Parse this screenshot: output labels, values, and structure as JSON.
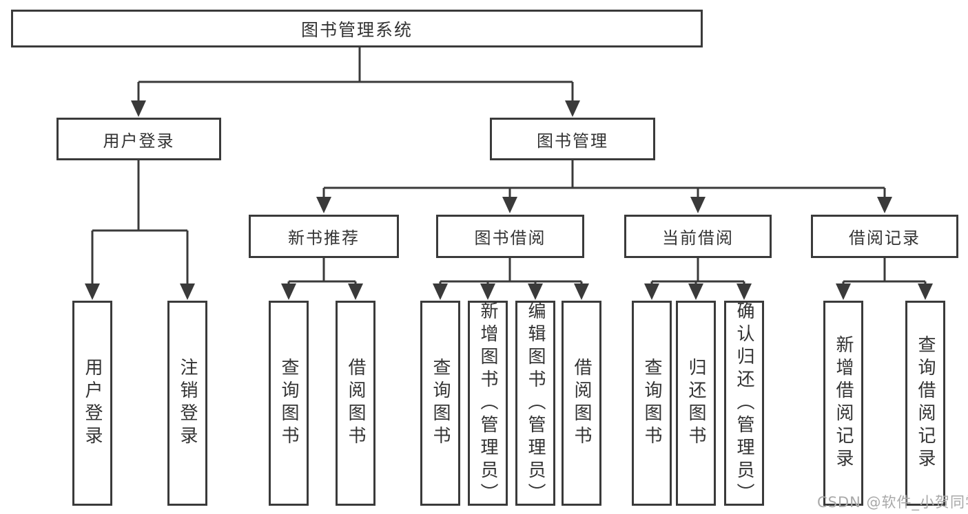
{
  "boxes": {
    "root": "图书管理系统",
    "user_login": "用户登录",
    "book_mgmt": "图书管理",
    "new_book_rec": "新书推荐",
    "book_borrow": "图书借阅",
    "current_borrow": "当前借阅",
    "borrow_record": "借阅记录",
    "ul_user_login": "用户登录",
    "ul_logout": "注销登录",
    "nb_query_books": "查询图书",
    "nb_borrow_books": "借阅图书",
    "bb_query_books": "查询图书",
    "bb_add_books": "新增图书（管理员）",
    "bb_edit_books": "编辑图书（管理员）",
    "bb_borrow_books": "借阅图书",
    "cb_query_books": "查询图书",
    "cb_return_books": "归还图书",
    "cb_confirm_return": "确认归还（管理员）",
    "br_add_record": "新增借阅记录",
    "br_query_record": "查询借阅记录"
  },
  "watermark": "CSDN @软件_小贺同学",
  "colors": {
    "line": "#3a3a3a",
    "text": "#333333",
    "watermark": "#a9a9a9",
    "background": "#ffffff"
  }
}
